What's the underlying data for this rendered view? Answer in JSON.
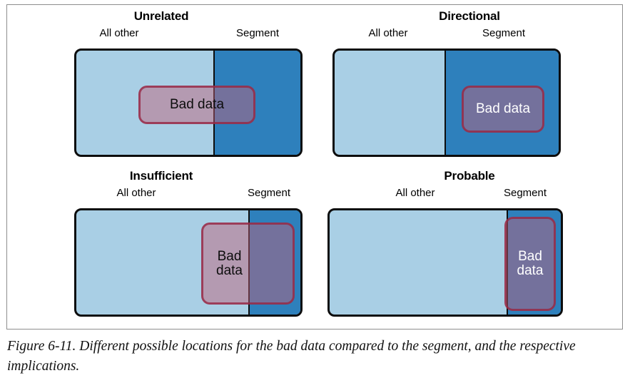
{
  "figure": {
    "caption": "Figure 6-11. Different possible locations for the bad data compared to the segment, and the respective implications.",
    "colors": {
      "all_other_fill": "#a9cfe5",
      "segment_fill": "#2e80bc",
      "bad_data_fill": "#ce96a6",
      "bad_data_border": "#96263f",
      "overlap_fill": "#8b7193",
      "outline": "#0d0d0d",
      "frame_border": "#8d8d8d",
      "background": "#ffffff"
    },
    "labels": {
      "all_other": "All other",
      "segment": "Segment"
    },
    "panels": [
      {
        "id": "unrelated",
        "title": "Unrelated",
        "all_other_label": "All other",
        "segment_label": "Segment",
        "bad_data_label": "Bad data",
        "bad_data_lines": [
          "Bad data"
        ],
        "bad_data_text_color": "dark",
        "segment_share_pct": 38,
        "bad_data_position": "straddles-divider-centered"
      },
      {
        "id": "directional",
        "title": "Directional",
        "all_other_label": "All other",
        "segment_label": "Segment",
        "bad_data_label": "Bad data",
        "bad_data_lines": [
          "Bad data"
        ],
        "bad_data_text_color": "light",
        "segment_share_pct": 50,
        "bad_data_position": "inside-segment"
      },
      {
        "id": "insufficient",
        "title": "Insufficient",
        "all_other_label": "All other",
        "segment_label": "Segment",
        "bad_data_label": "Bad data",
        "bad_data_lines": [
          "Bad",
          "data"
        ],
        "bad_data_text_color": "dark",
        "segment_share_pct": 23,
        "bad_data_position": "straddles-divider-right"
      },
      {
        "id": "probable",
        "title": "Probable",
        "all_other_label": "All other",
        "segment_label": "Segment",
        "bad_data_label": "Bad data",
        "bad_data_lines": [
          "Bad",
          "data"
        ],
        "bad_data_text_color": "light",
        "segment_share_pct": 23,
        "bad_data_position": "fills-segment"
      }
    ]
  }
}
